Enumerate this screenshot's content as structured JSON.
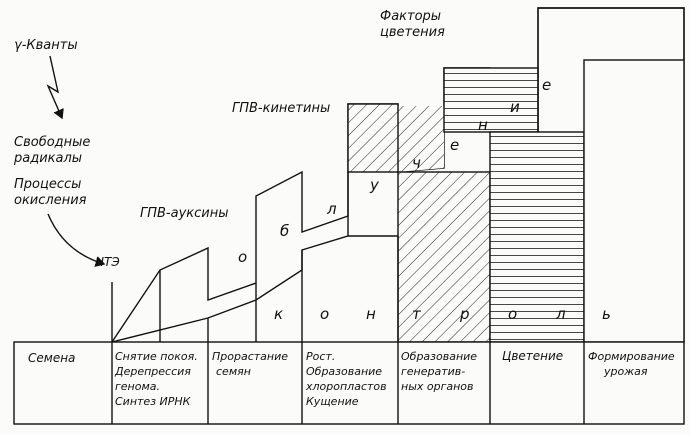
{
  "labels": {
    "gamma_quanta": "γ-Кванты",
    "free_radicals": [
      "Свободные",
      "радикалы"
    ],
    "oxidation": [
      "Процессы",
      "окисления"
    ],
    "nte": "НТЭ",
    "gpv_auxins": "ГПВ-ауксины",
    "gpv_kinetins": "ГПВ-кинетины",
    "flowering_factors": [
      "Факторы",
      "цветения"
    ]
  },
  "obuchenie_letters": [
    "о",
    "б",
    "л",
    "у",
    "ч",
    "е",
    "н",
    "и",
    "е"
  ],
  "kontrol_letters": [
    "к",
    "о",
    "н",
    "т",
    "р",
    "о",
    "л",
    "ь"
  ],
  "stages": [
    {
      "lines": [
        "Семена"
      ]
    },
    {
      "lines": [
        "Снятие покоя.",
        "Дерепрессия",
        "генома.",
        "Синтез ИРНК"
      ]
    },
    {
      "lines": [
        "Прорастание",
        "семян"
      ]
    },
    {
      "lines": [
        "Рост.",
        "Образование",
        "хлоропластов",
        "Кущение"
      ]
    },
    {
      "lines": [
        "Образование",
        "генератив-",
        "ных органов"
      ]
    },
    {
      "lines": [
        "Цветение"
      ]
    },
    {
      "lines": [
        "Формирование",
        "урожая"
      ]
    }
  ],
  "colors": {
    "ink": "#111111",
    "paper": "#fbfbf9"
  }
}
